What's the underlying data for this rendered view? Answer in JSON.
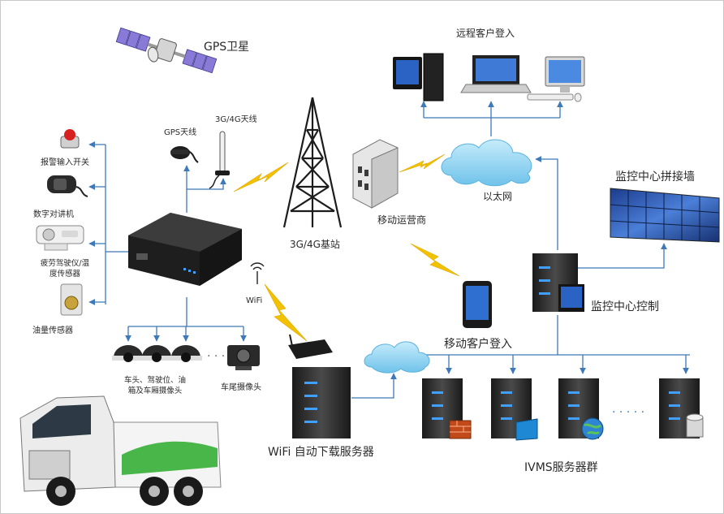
{
  "labels": {
    "gps_satellite": "GPS卫星",
    "gps_antenna": "GPS天线",
    "antenna_3g4g": "3G/4G天线",
    "alarm_switch": "报警输入开关",
    "digital_intercom": "数字对讲机",
    "fatigue_sensor_line1": "疲劳驾驶仪/温",
    "fatigue_sensor_line2": "度传感器",
    "oil_sensor": "油量传感器",
    "base_station": "3G/4G基站",
    "mobile_operator": "移动运营商",
    "ethernet": "以太网",
    "remote_login": "远程客户登入",
    "video_wall": "监控中心拼接墙",
    "monitor_control": "监控中心控制",
    "mobile_login": "移动客户登入",
    "wifi": "WiFi",
    "cameras_line1": "车头、驾驶位、油",
    "cameras_line2": "箱及车厢摄像头",
    "rear_camera": "车尾摄像头",
    "wifi_server": "WiFi 自动下载服务器",
    "ivms_cluster": "IVMS服务器群"
  },
  "colors": {
    "line": "#3f79b8",
    "lightning": "#f2c200",
    "cloud": "#8fd2f2",
    "tower": "#1c1c1c",
    "server": "#2b2b2b",
    "led": "#3fa0ff"
  }
}
